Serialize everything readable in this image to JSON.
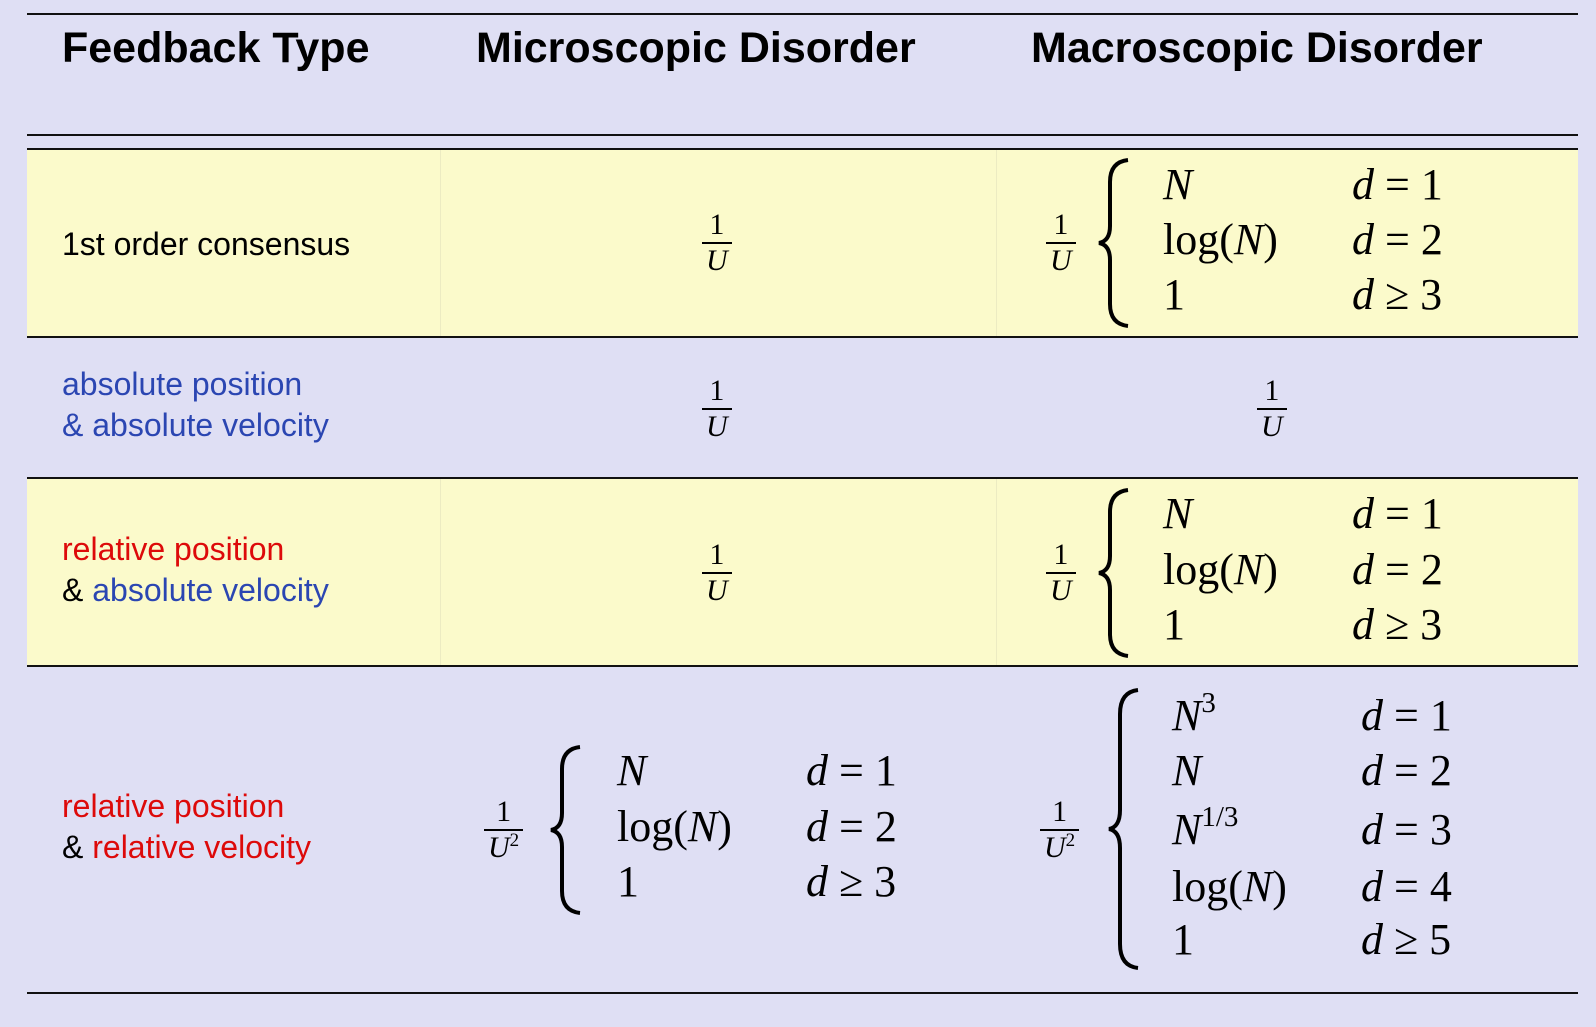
{
  "header": {
    "col1": "Feedback Type",
    "col2": "Microscopic Disorder",
    "col3": "Macroscopic Disorder"
  },
  "rows": [
    {
      "label_lines": [
        "1st order consensus"
      ],
      "micro": {
        "num": "1",
        "den": "U"
      },
      "macro": {
        "num": "1",
        "den": "U",
        "cases": [
          {
            "expr": "N",
            "cond": "d = 1"
          },
          {
            "expr": "log(N)",
            "cond": "d = 2"
          },
          {
            "expr": "1",
            "cond": "d ≥ 3"
          }
        ]
      }
    },
    {
      "label_lines": [
        "absolute position",
        "& absolute velocity"
      ],
      "micro": {
        "num": "1",
        "den": "U"
      },
      "macro": {
        "num": "1",
        "den": "U"
      }
    },
    {
      "label_lines": [
        "relative position",
        "& absolute velocity"
      ],
      "micro": {
        "num": "1",
        "den": "U"
      },
      "macro": {
        "num": "1",
        "den": "U",
        "cases": [
          {
            "expr": "N",
            "cond": "d = 1"
          },
          {
            "expr": "log(N)",
            "cond": "d = 2"
          },
          {
            "expr": "1",
            "cond": "d ≥ 3"
          }
        ]
      }
    },
    {
      "label_lines": [
        "relative position",
        "& relative velocity"
      ],
      "micro": {
        "num": "1",
        "den": "U",
        "den_exp": "2",
        "cases": [
          {
            "expr": "N",
            "cond": "d = 1"
          },
          {
            "expr": "log(N)",
            "cond": "d = 2"
          },
          {
            "expr": "1",
            "cond": "d ≥ 3"
          }
        ]
      },
      "macro": {
        "num": "1",
        "den": "U",
        "den_exp": "2",
        "cases": [
          {
            "expr": "N",
            "exp": "3",
            "cond": "d = 1"
          },
          {
            "expr": "N",
            "cond": "d = 2"
          },
          {
            "expr": "N",
            "exp": "1/3",
            "cond": "d = 3"
          },
          {
            "expr": "log(N)",
            "cond": "d = 4"
          },
          {
            "expr": "1",
            "cond": "d ≥ 5"
          }
        ]
      }
    }
  ],
  "colors": {
    "background": "#dfdff4",
    "highlight": "#fbfacb",
    "blue": "#2b46b2",
    "red": "#dd0a0a"
  }
}
